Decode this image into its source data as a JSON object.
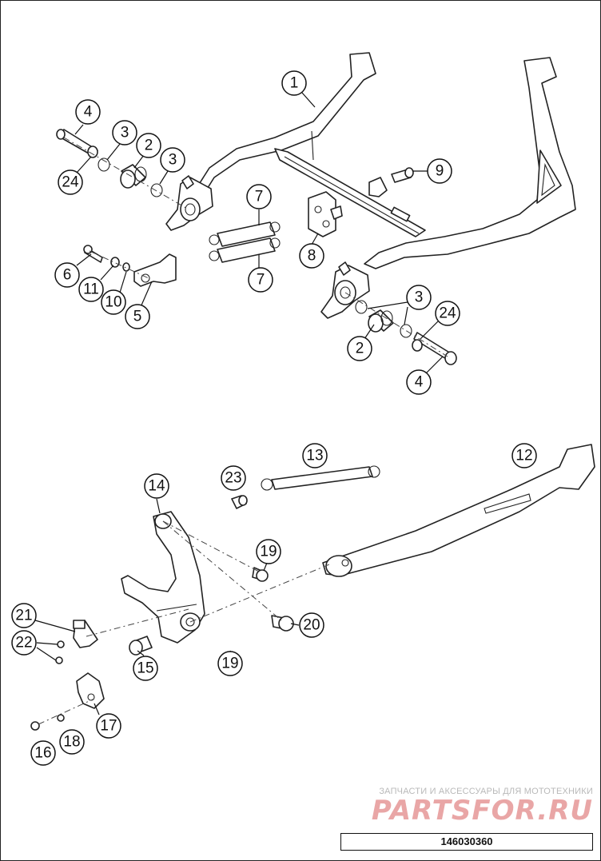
{
  "callouts": [
    {
      "id": "c1",
      "label": "1"
    },
    {
      "id": "c4a",
      "label": "4"
    },
    {
      "id": "c3a",
      "label": "3"
    },
    {
      "id": "c2a",
      "label": "2"
    },
    {
      "id": "c3b",
      "label": "3"
    },
    {
      "id": "c24a",
      "label": "24"
    },
    {
      "id": "c9",
      "label": "9"
    },
    {
      "id": "c7a",
      "label": "7"
    },
    {
      "id": "c7b",
      "label": "7"
    },
    {
      "id": "c8",
      "label": "8"
    },
    {
      "id": "c6",
      "label": "6"
    },
    {
      "id": "c11",
      "label": "11"
    },
    {
      "id": "c10",
      "label": "10"
    },
    {
      "id": "c5",
      "label": "5"
    },
    {
      "id": "c3c",
      "label": "3"
    },
    {
      "id": "c24b",
      "label": "24"
    },
    {
      "id": "c2b",
      "label": "2"
    },
    {
      "id": "c4b",
      "label": "4"
    },
    {
      "id": "c13",
      "label": "13"
    },
    {
      "id": "c12",
      "label": "12"
    },
    {
      "id": "c23",
      "label": "23"
    },
    {
      "id": "c14",
      "label": "14"
    },
    {
      "id": "c19a",
      "label": "19"
    },
    {
      "id": "c20",
      "label": "20"
    },
    {
      "id": "c21",
      "label": "21"
    },
    {
      "id": "c22",
      "label": "22"
    },
    {
      "id": "c15",
      "label": "15"
    },
    {
      "id": "c19b",
      "label": "19"
    },
    {
      "id": "c17",
      "label": "17"
    },
    {
      "id": "c16",
      "label": "16"
    },
    {
      "id": "c18",
      "label": "18"
    }
  ],
  "watermark": {
    "caption": "ЗАПЧАСТИ И АКСЕССУАРЫ ДЛЯ МОТОТЕХНИКИ",
    "logo": "PARTSFOR.RU"
  },
  "drawing_number": "146030360"
}
